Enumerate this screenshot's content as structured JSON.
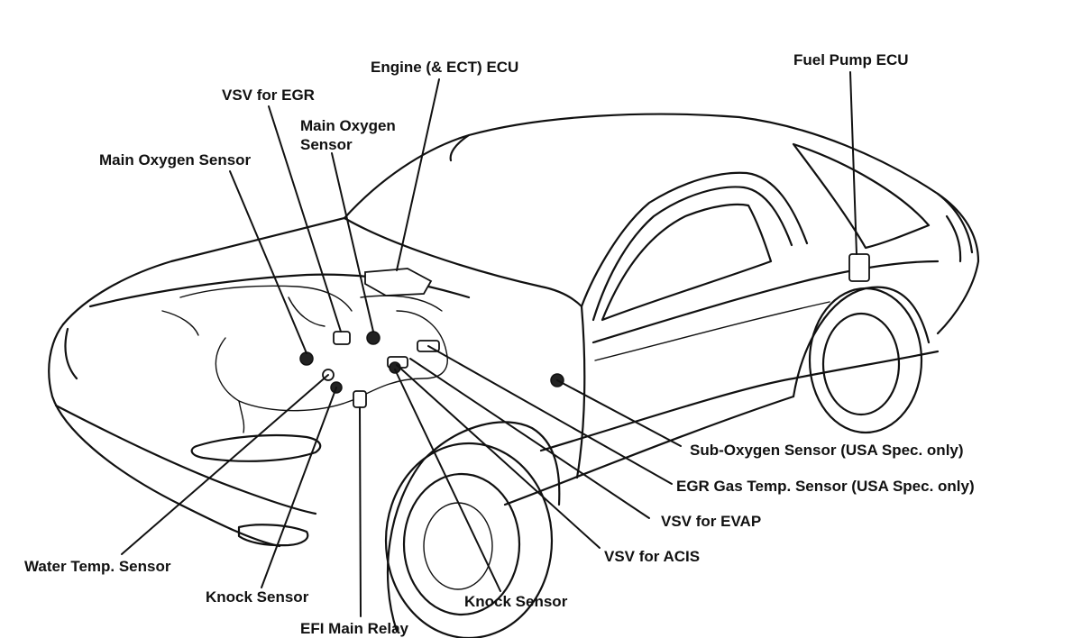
{
  "labels": {
    "engine_ecu": "Engine (& ECT) ECU",
    "fuel_pump_ecu": "Fuel Pump ECU",
    "vsv_egr": "VSV for EGR",
    "main_o2_center_line1": "Main Oxygen",
    "main_o2_center_line2": "Sensor",
    "main_o2_left": "Main Oxygen Sensor",
    "sub_o2": "Sub-Oxygen Sensor (USA Spec. only)",
    "egr_gas_temp": "EGR Gas Temp. Sensor (USA Spec. only)",
    "vsv_evap": "VSV for EVAP",
    "vsv_acis": "VSV for ACIS",
    "water_temp": "Water Temp. Sensor",
    "knock_left": "Knock Sensor",
    "knock_right": "Knock Sensor",
    "efi_relay": "EFI Main Relay"
  }
}
